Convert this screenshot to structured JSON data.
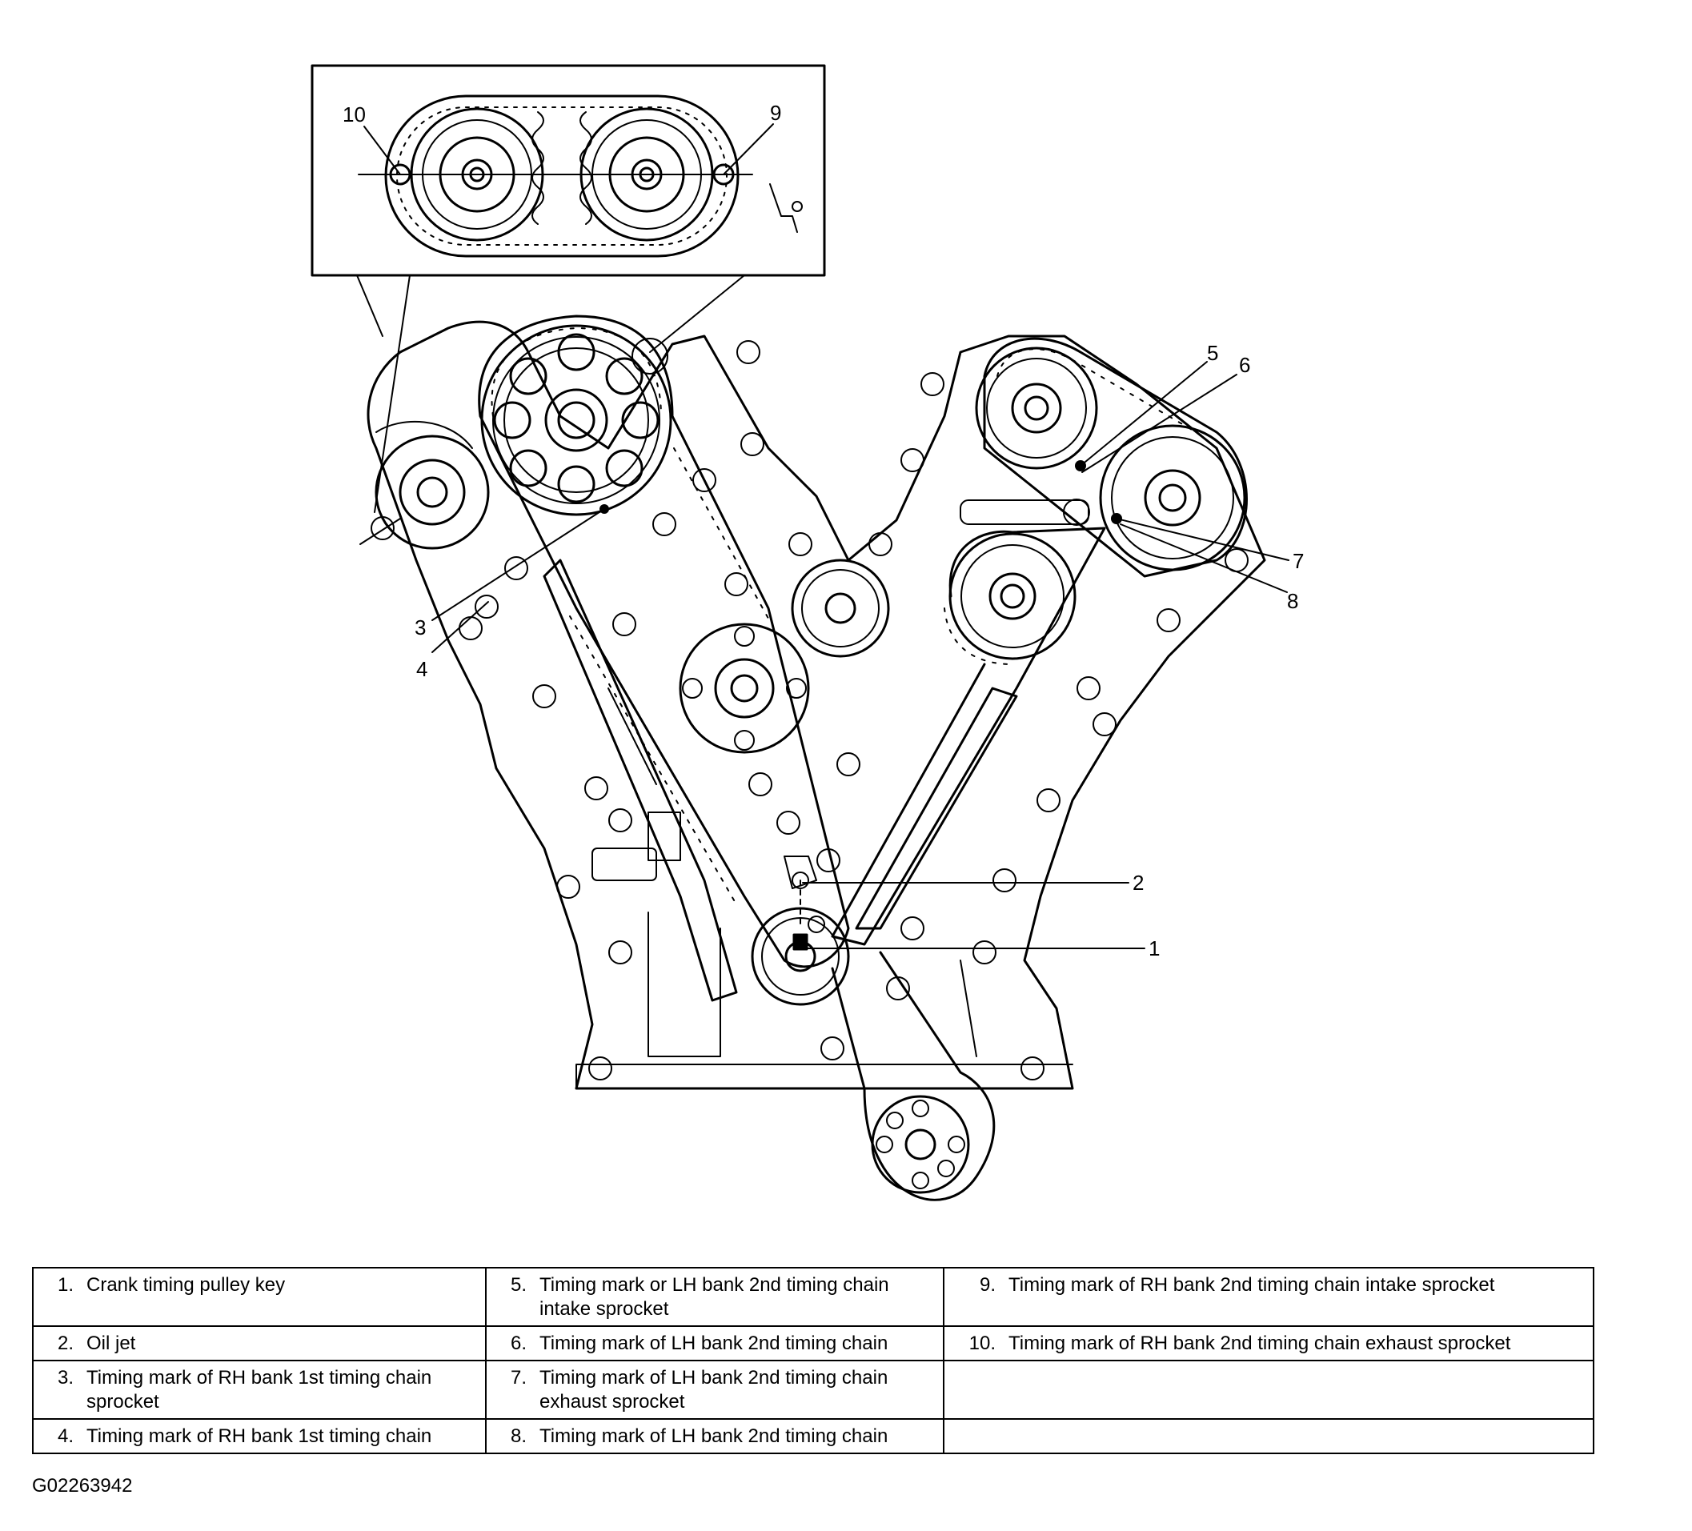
{
  "callouts": [
    "1",
    "2",
    "3",
    "4",
    "5",
    "6",
    "7",
    "8",
    "9",
    "10"
  ],
  "legend": [
    {
      "num": "1.",
      "text": "Crank timing pulley key"
    },
    {
      "num": "2.",
      "text": "Oil jet"
    },
    {
      "num": "3.",
      "text": "Timing mark of RH bank 1st timing chain sprocket"
    },
    {
      "num": "4.",
      "text": "Timing mark of RH bank 1st timing chain"
    },
    {
      "num": "5.",
      "text": "Timing mark or LH bank 2nd timing chain intake sprocket"
    },
    {
      "num": "6.",
      "text": "Timing mark of LH bank 2nd timing chain"
    },
    {
      "num": "7.",
      "text": "Timing mark of LH bank 2nd timing chain exhaust sprocket"
    },
    {
      "num": "8.",
      "text": "Timing mark of LH bank 2nd timing chain"
    },
    {
      "num": "9.",
      "text": "Timing mark of RH bank 2nd timing chain intake sprocket"
    },
    {
      "num": "10.",
      "text": "Timing mark of RH bank 2nd timing chain exhaust sprocket"
    }
  ],
  "figure_id": "G02263942"
}
